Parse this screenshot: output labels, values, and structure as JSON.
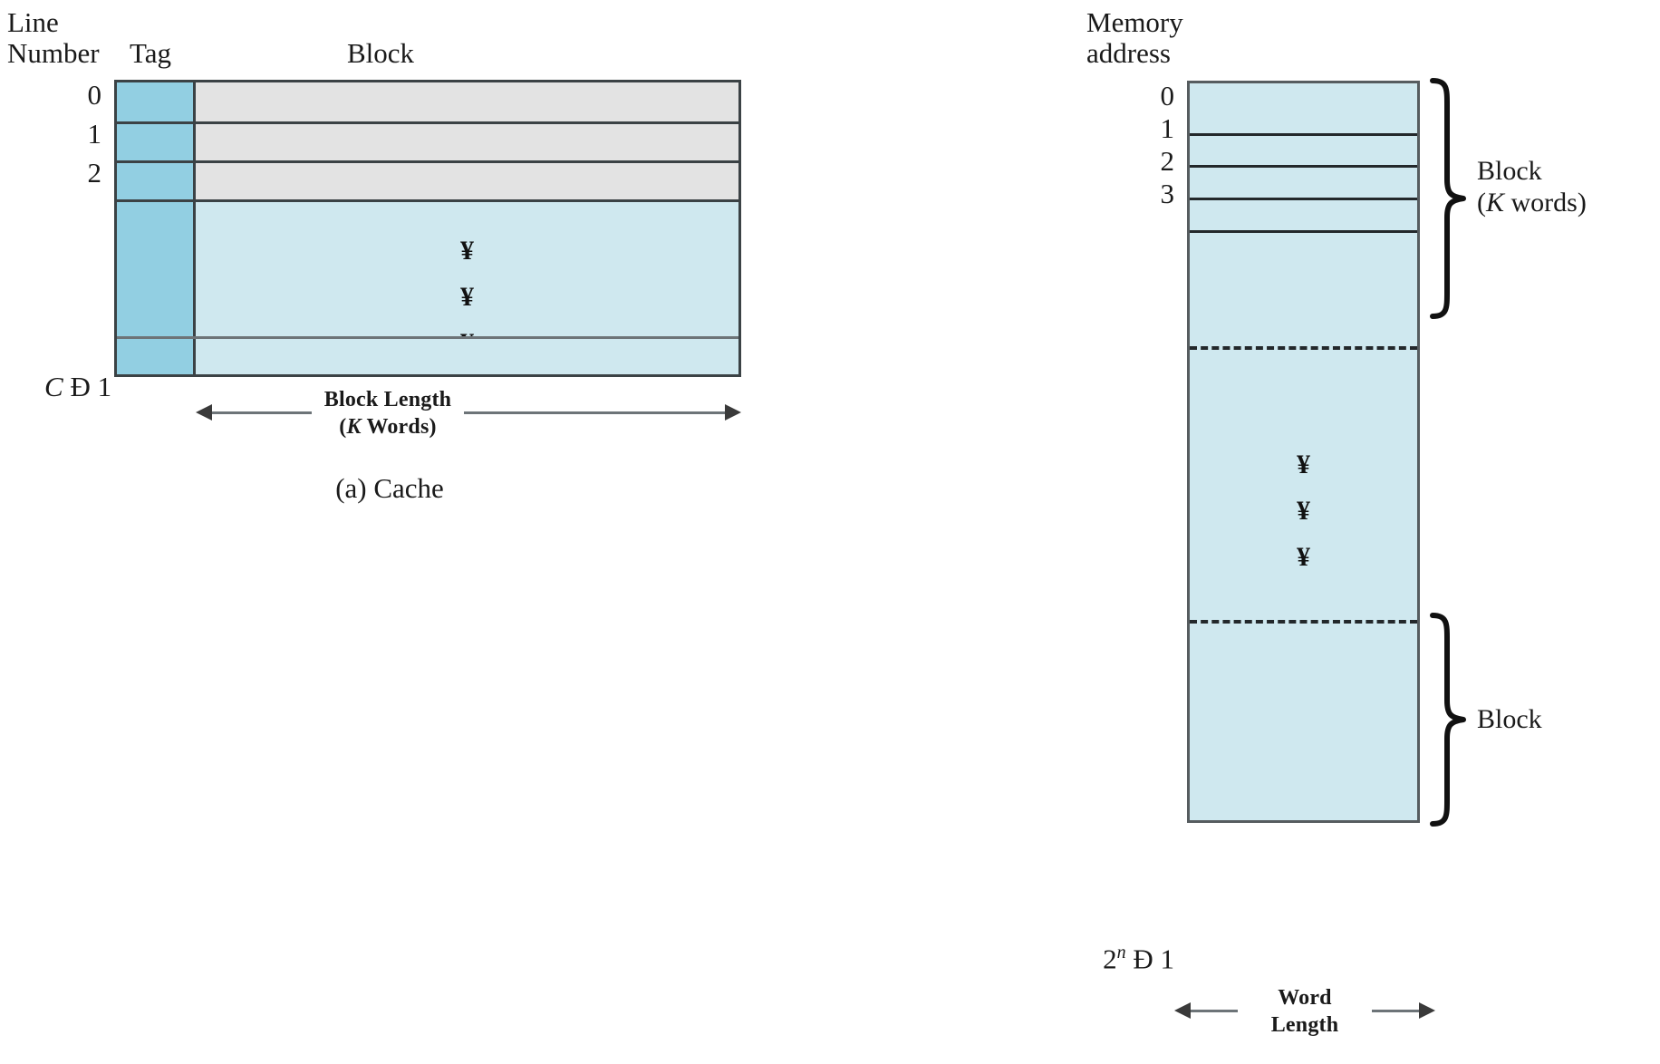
{
  "figure": {
    "caption_a": "(a) Cache",
    "caption_b": ""
  },
  "cache": {
    "header_line": "Line",
    "header_number": "Number",
    "header_tag": "Tag",
    "header_block": "Block",
    "line_numbers": [
      "0",
      "1",
      "2"
    ],
    "last_line_number": "C Ð 1",
    "ellipsis_glyph": "¥",
    "width_label_top": "Block Length",
    "width_label_bottom": "(K Words)",
    "width_label_bottom_prefix": "(",
    "width_label_bottom_italic": "K",
    "width_label_bottom_suffix": " Words)"
  },
  "memory": {
    "header_line1": "Memory",
    "header_line2": "address",
    "addresses": [
      "0",
      "1",
      "2",
      "3"
    ],
    "last_address_base": "2",
    "last_address_exp": "n",
    "last_address_suffix": " Ð 1",
    "ellipsis_glyph": "¥",
    "brace_top_label_line1": "Block",
    "brace_top_label_line2": "(K words)",
    "brace_top_label_line2_prefix": "(",
    "brace_top_label_line2_italic": "K",
    "brace_top_label_line2_suffix": " words)",
    "brace_bottom_label": "Block",
    "width_label_top": "Word",
    "width_label_bottom": "Length"
  },
  "colors": {
    "tag_fill": "#92cfe2",
    "block_fill_grey": "#e3e3e3",
    "block_fill_pale": "#cfe8ef",
    "memory_fill": "#cfe8ef",
    "border_dark": "#3b4245",
    "border_grey": "#6d7478",
    "text": "#1a1a1a",
    "background": "#ffffff"
  }
}
